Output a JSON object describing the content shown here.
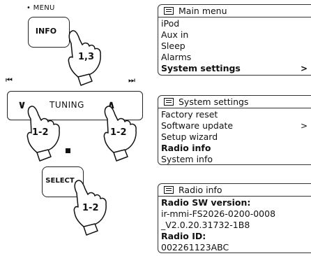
{
  "buttons": {
    "menu_caption": "• MENU",
    "info": "INFO",
    "info_steps": "1,3",
    "skip_back": "⏮",
    "skip_forward": "⏭",
    "tuning": "TUNING",
    "tuning_down": "∨",
    "tuning_up": "∧",
    "tuning_step_left": "1-2",
    "tuning_step_right": "1-2",
    "select": "SELECT",
    "select_step": "1-2"
  },
  "screens": {
    "main_menu": {
      "title": "Main menu",
      "items": [
        "iPod",
        "Aux in",
        "Sleep",
        "Alarms",
        "System settings"
      ],
      "highlighted": "System settings",
      "submenu_arrow": ">",
      "scroll_position": 0.8
    },
    "system_settings": {
      "title": "System settings",
      "items": [
        "Factory reset",
        "Software update",
        "Setup wizard",
        "Radio info",
        "System info"
      ],
      "highlighted": "Radio info",
      "submenu_arrow": ">",
      "scroll_position": 0.7
    },
    "radio_info": {
      "title": "Radio info",
      "lines": [
        "Radio SW version:",
        "ir-mmi-FS2026-0200-0008",
        "_V2.0.20.31732-1B8",
        "Radio ID:",
        "002261123ABC"
      ]
    }
  },
  "colors": {
    "ink": "#111111",
    "highlight": "#111111",
    "background": "#ffffff"
  },
  "icons": [
    "menu-list-icon",
    "pointing-hand-icon"
  ]
}
